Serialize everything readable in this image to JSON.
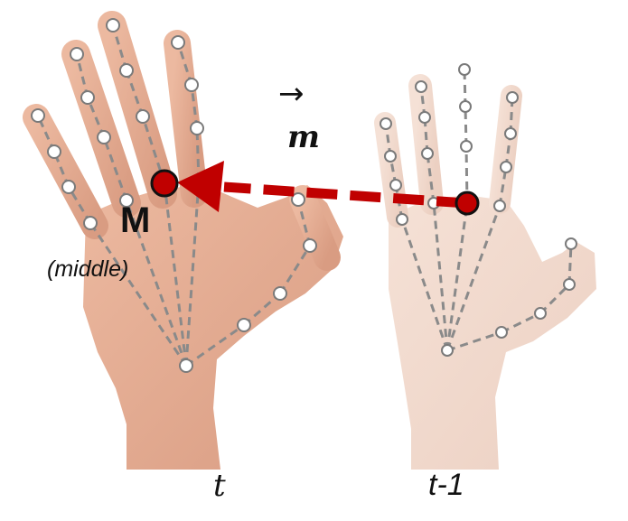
{
  "labels": {
    "frame_current": "t",
    "frame_previous": "t-1",
    "motion_vector_symbol": "m",
    "motion_vector_arrow": "→",
    "keypoint_letter": "M",
    "keypoint_name": "(middle)"
  },
  "colors": {
    "skin_current": "#e3a98f",
    "skin_previous": "#f2dbd0",
    "skeleton_line": "#8a8a8a",
    "joint_fill": "#ffffff",
    "motion_arrow": "#c00000",
    "keypoint_fill": "#c00000",
    "keypoint_outline": "#111111"
  }
}
